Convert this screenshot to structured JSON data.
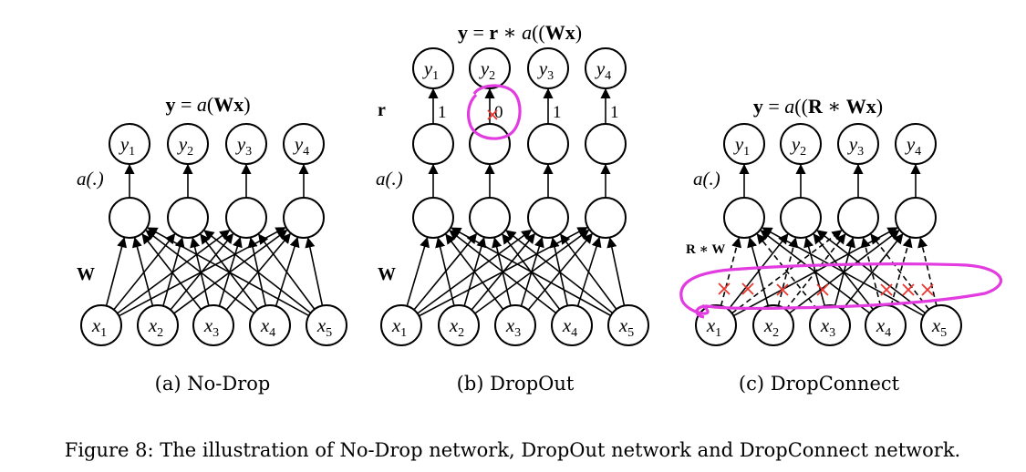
{
  "panels": [
    {
      "key": "nodrop",
      "equation": [
        "y",
        " = ",
        "a",
        "(",
        "Wx",
        ")"
      ],
      "activation_label": "a(.)",
      "weight_label": "W",
      "mask_label": "",
      "top_nodes": [
        "y",
        "y",
        "y",
        "y"
      ],
      "top_subs": [
        "1",
        "2",
        "3",
        "4"
      ],
      "input_nodes": [
        "x",
        "x",
        "x",
        "x",
        "x"
      ],
      "input_subs": [
        "1",
        "2",
        "3",
        "4",
        "5"
      ],
      "mask_values": [],
      "caption": "(a)  No-Drop"
    },
    {
      "key": "dropout",
      "equation": [
        "y",
        " = ",
        "r",
        " ∗ ",
        "a",
        "((",
        "Wx",
        ")"
      ],
      "activation_label": "a(.)",
      "weight_label": "W",
      "mask_label": "r",
      "top_nodes": [
        "y",
        "y",
        "y",
        "y"
      ],
      "top_subs": [
        "1",
        "2",
        "3",
        "4"
      ],
      "input_nodes": [
        "x",
        "x",
        "x",
        "x",
        "x"
      ],
      "input_subs": [
        "1",
        "2",
        "3",
        "4",
        "5"
      ],
      "mask_values": [
        "1",
        "0",
        "1",
        "1"
      ],
      "caption": "(b)  DropOut"
    },
    {
      "key": "dropconnect",
      "equation": [
        "y",
        " = ",
        "a",
        "((",
        "R",
        " ∗ ",
        "Wx",
        ")"
      ],
      "activation_label": "a(.)",
      "weight_label": "R ∗ W",
      "mask_label": "",
      "top_nodes": [
        "y",
        "y",
        "y",
        "y"
      ],
      "top_subs": [
        "1",
        "2",
        "3",
        "4"
      ],
      "input_nodes": [
        "x",
        "x",
        "x",
        "x",
        "x"
      ],
      "input_subs": [
        "1",
        "2",
        "3",
        "4",
        "5"
      ],
      "mask_values": [],
      "caption": "(c)  DropConnect"
    }
  ],
  "figure_caption": "Figure 8: The illustration of No-Drop network, DropOut network and DropConnect network.",
  "colors": {
    "ink": "#000000",
    "highlight": "#e23be0",
    "drop_mark": "#e8352f"
  }
}
